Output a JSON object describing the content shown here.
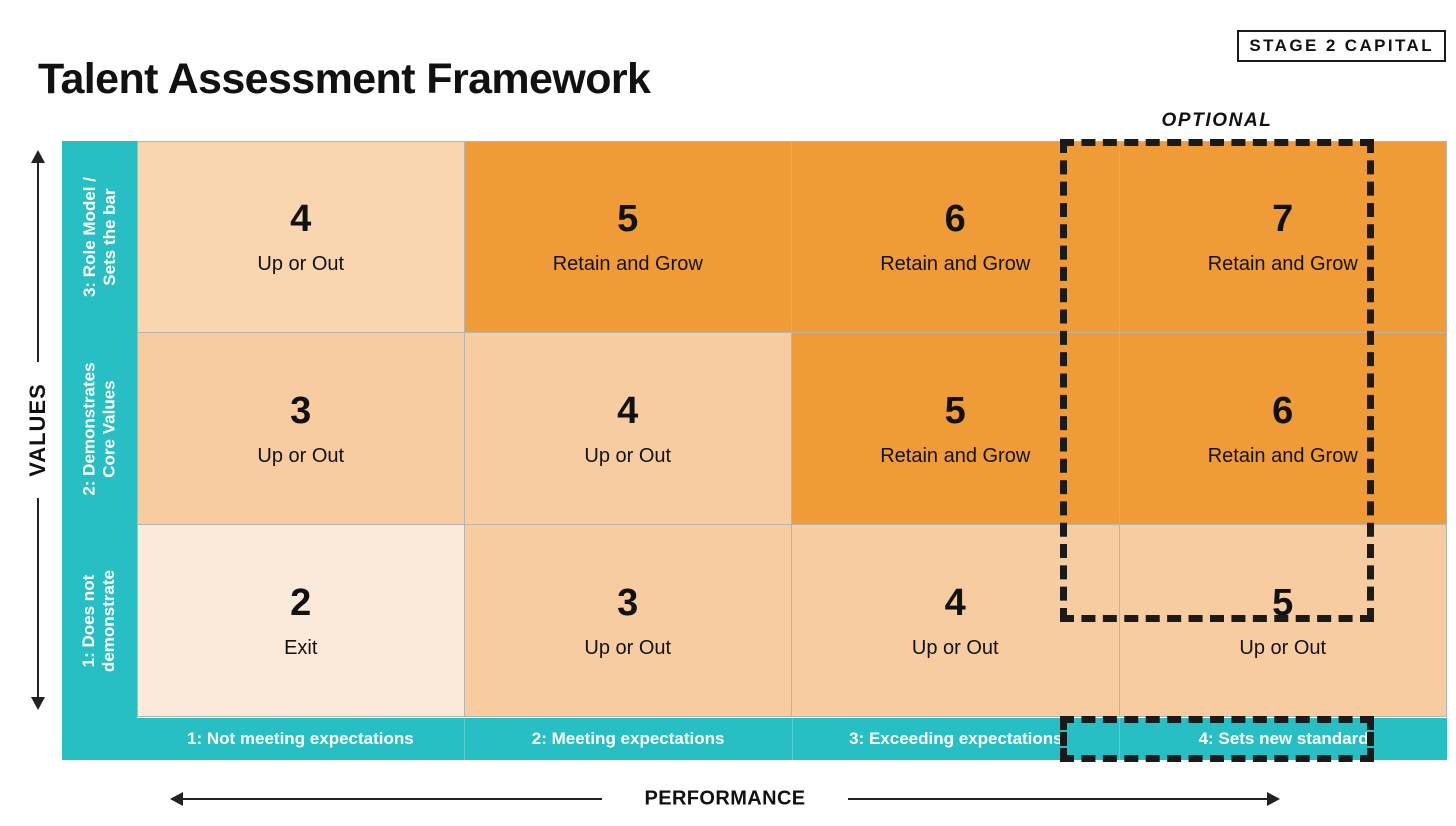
{
  "header": {
    "title": "Talent Assessment Framework",
    "brand": "STAGE 2 CAPITAL"
  },
  "annotations": {
    "optional": "OPTIONAL"
  },
  "axes": {
    "y_title": "VALUES",
    "x_title": "PERFORMANCE"
  },
  "colors": {
    "teal": "#27BFC4",
    "tone_lightest": "#FBE9DA",
    "tone_light": "#F9D5B0",
    "tone_mid": "#F7CCA1",
    "tone_dark": "#EF9B37",
    "outline": "#1a1a1a",
    "text": "#111111"
  },
  "chart_data": {
    "type": "heatmap",
    "title": "Talent Assessment Framework",
    "xlabel": "PERFORMANCE",
    "ylabel": "VALUES",
    "row_headers": [
      {
        "line1": "3: Role Model /",
        "line2": "Sets the bar"
      },
      {
        "line1": "2: Demonstrates",
        "line2": "Core Values"
      },
      {
        "line1": "1: Does not",
        "line2": "demonstrate"
      }
    ],
    "column_headers": [
      "1: Not meeting expectations",
      "2: Meeting expectations",
      "3: Exceeding expectations",
      "4: Sets new standard"
    ],
    "optional_column_index": 3,
    "rows": [
      {
        "cells": [
          {
            "score": "4",
            "action": "Up or Out",
            "tone": "tone-2"
          },
          {
            "score": "5",
            "action": "Retain and Grow",
            "tone": "tone-4"
          },
          {
            "score": "6",
            "action": "Retain and Grow",
            "tone": "tone-4"
          },
          {
            "score": "7",
            "action": "Retain and Grow",
            "tone": "tone-4"
          }
        ]
      },
      {
        "cells": [
          {
            "score": "3",
            "action": "Up or Out",
            "tone": "tone-3"
          },
          {
            "score": "4",
            "action": "Up or Out",
            "tone": "tone-3"
          },
          {
            "score": "5",
            "action": "Retain and Grow",
            "tone": "tone-4"
          },
          {
            "score": "6",
            "action": "Retain and Grow",
            "tone": "tone-4"
          }
        ]
      },
      {
        "cells": [
          {
            "score": "2",
            "action": "Exit",
            "tone": "tone-1"
          },
          {
            "score": "3",
            "action": "Up or Out",
            "tone": "tone-3"
          },
          {
            "score": "4",
            "action": "Up or Out",
            "tone": "tone-3"
          },
          {
            "score": "5",
            "action": "Up or Out",
            "tone": "tone-3"
          }
        ]
      }
    ]
  }
}
